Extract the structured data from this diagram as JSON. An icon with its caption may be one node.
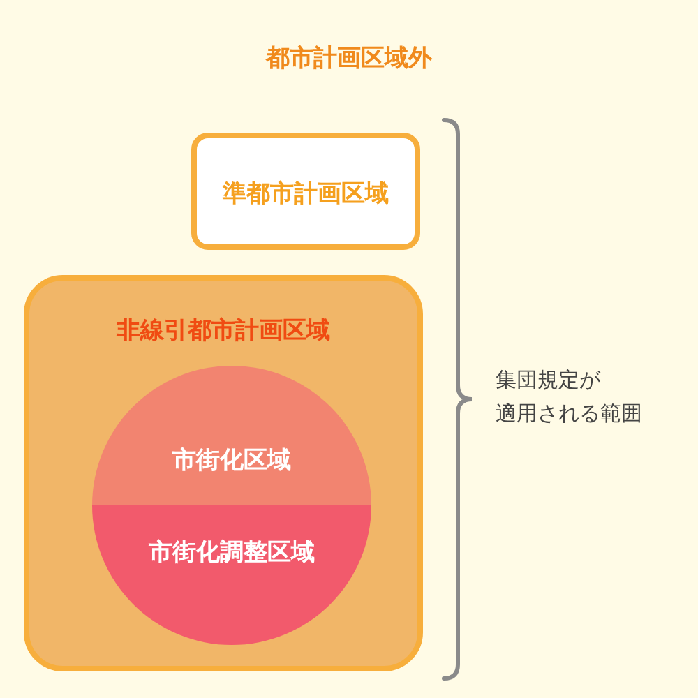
{
  "diagram": {
    "nodes": [
      {
        "text": [
          "準都市計画区域"
        ]
      },
      {
        "text": [
          "非線引都市計画区域"
        ]
      },
      {
        "text": [
          "市街化区域"
        ],
        "in": 1
      },
      {
        "text": [
          "市街化調整区域"
        ],
        "in": 1
      }
    ],
    "labels": [
      "都市計画区域外",
      "集団規定が適用される範囲"
    ]
  }
}
